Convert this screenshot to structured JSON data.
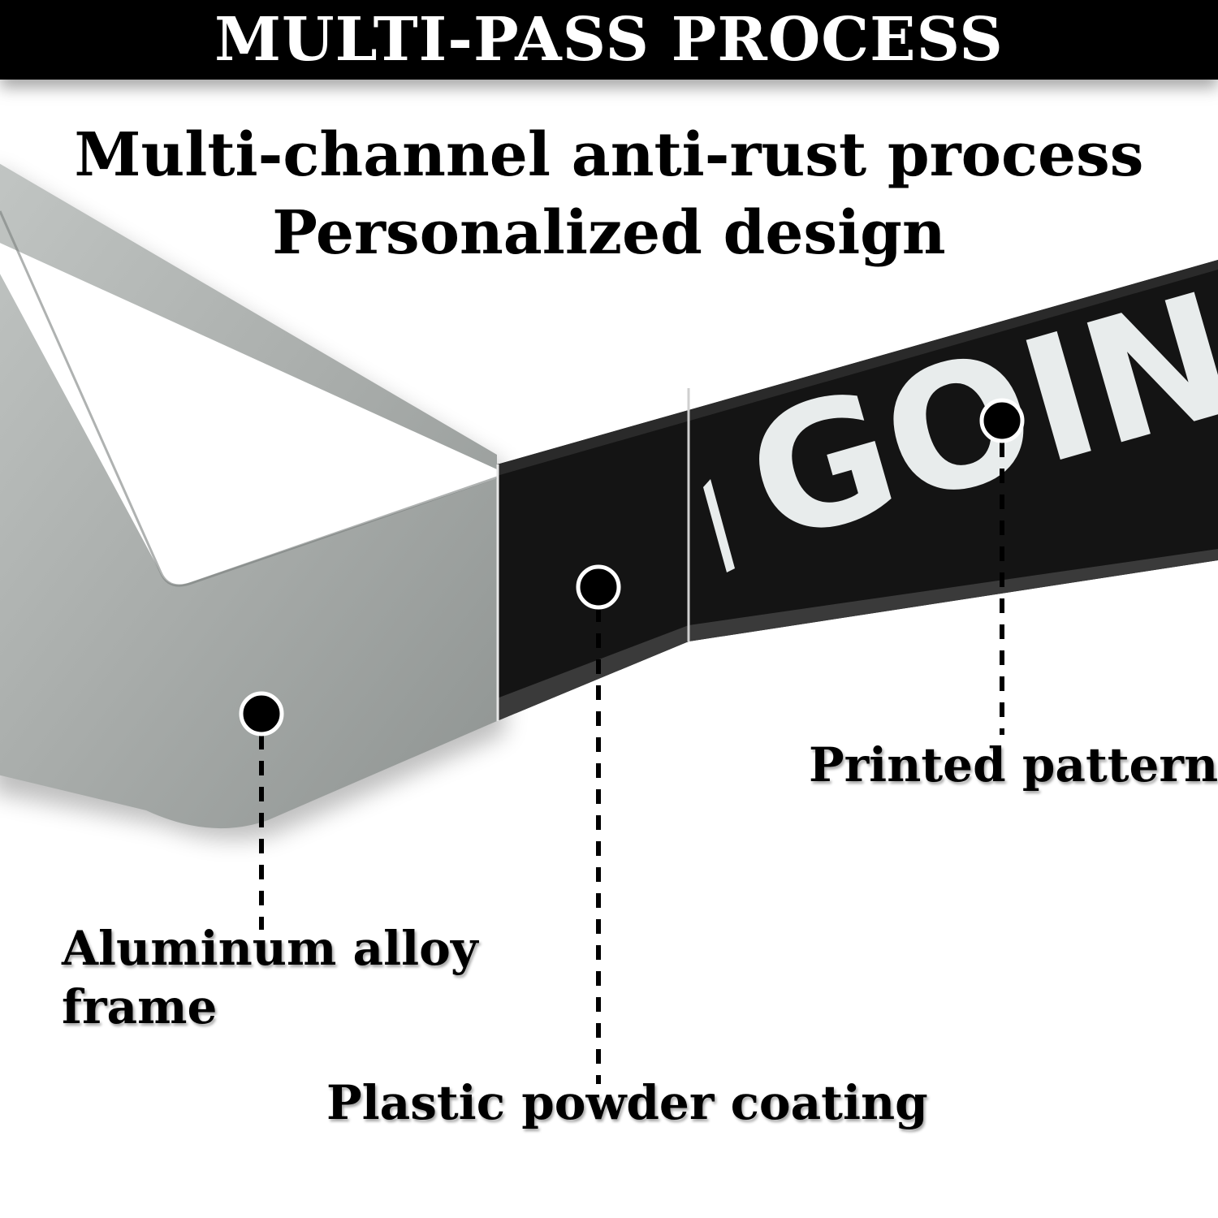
{
  "banner": {
    "title": "MULTI-PASS PROCESS"
  },
  "subtitle": {
    "line1": "Multi-channel anti-rust process",
    "line2": "Personalized design"
  },
  "plate": {
    "printed_text": "GOING"
  },
  "callouts": {
    "frame": {
      "line1": "Aluminum alloy",
      "line2": "frame"
    },
    "coating": {
      "label": "Plastic powder coating"
    },
    "pattern": {
      "label": "Printed pattern"
    }
  },
  "colors": {
    "banner_bg": "#000000",
    "banner_text": "#ffffff",
    "aluminum": "#a9adaa",
    "coating": "#141414",
    "print": "#e8ecec"
  }
}
